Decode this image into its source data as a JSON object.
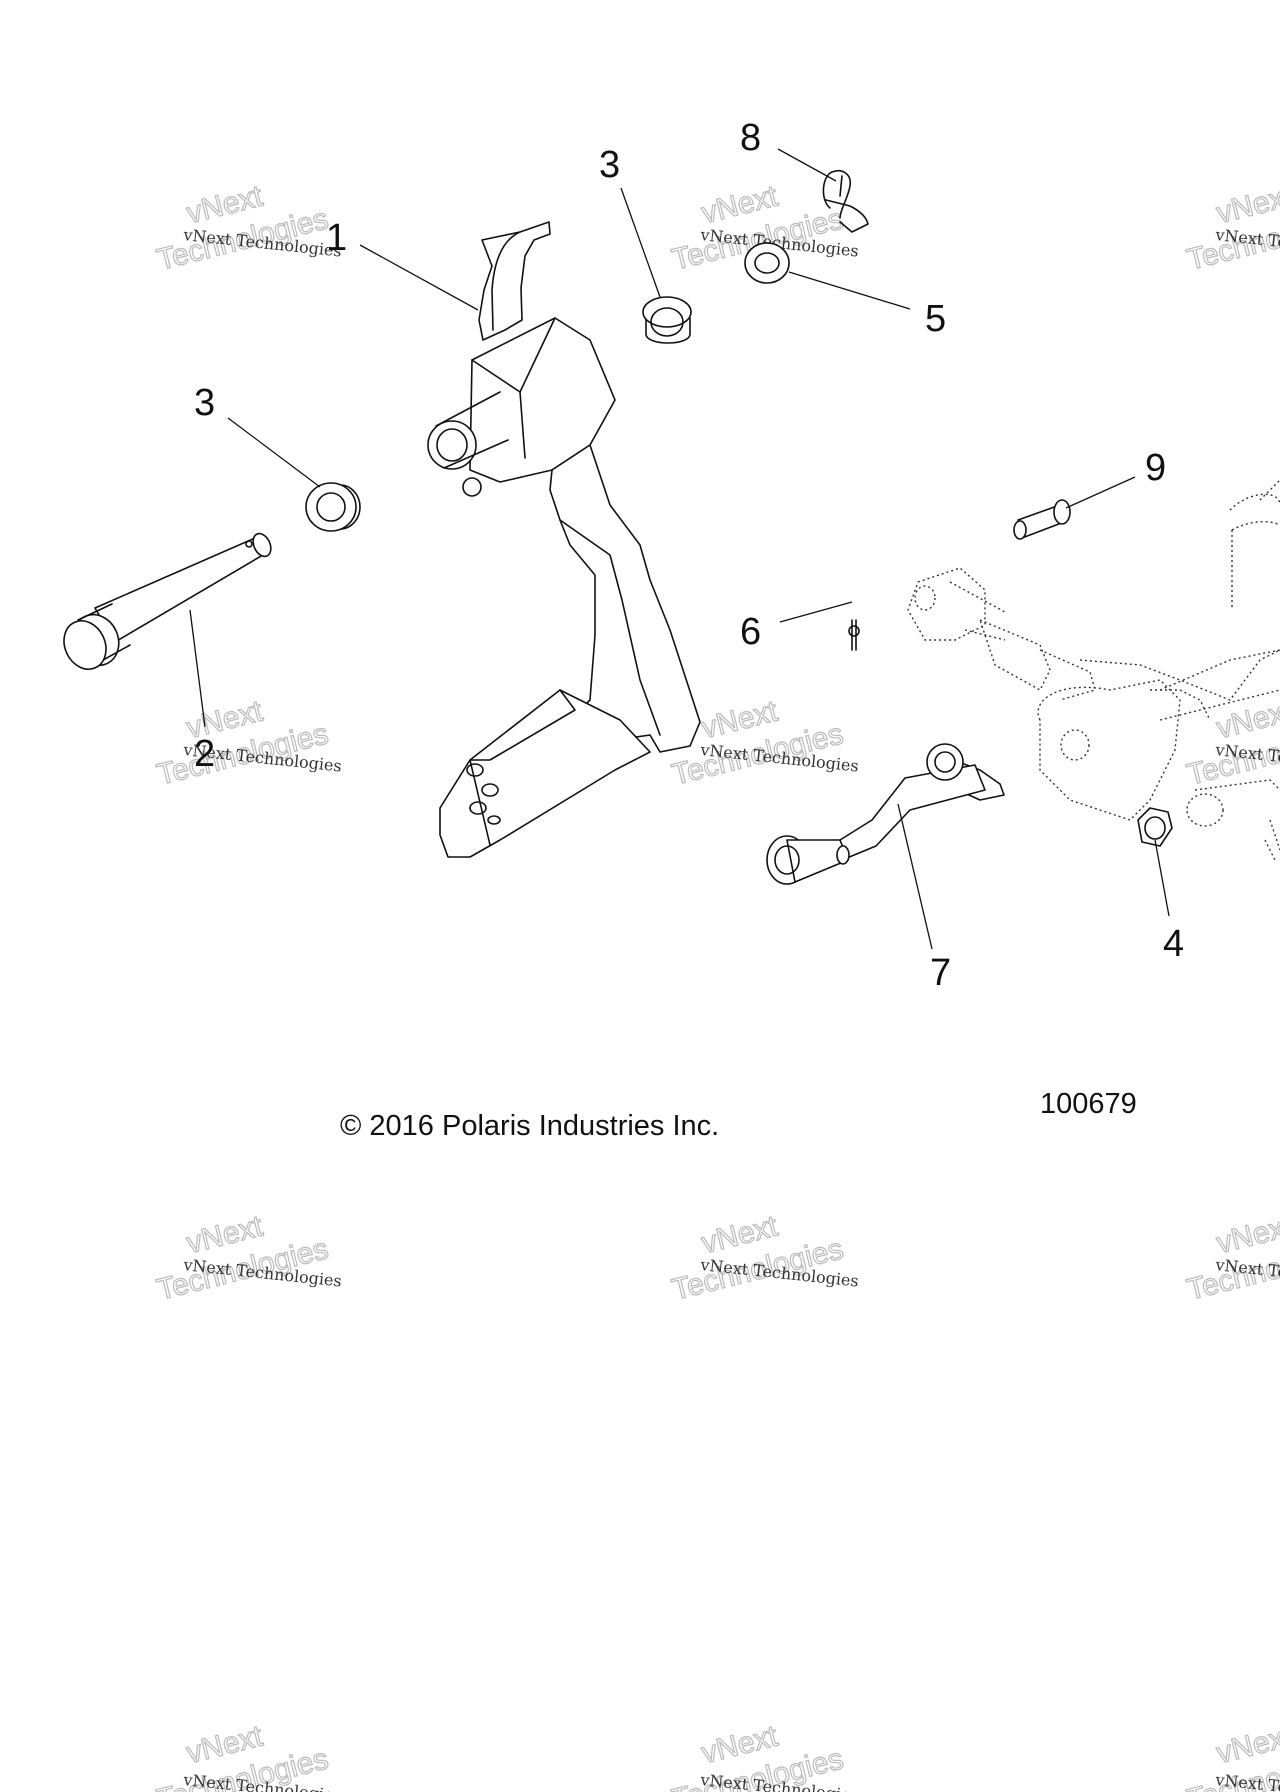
{
  "callouts": {
    "c1": "1",
    "c2": "2",
    "c3a": "3",
    "c3b": "3",
    "c4": "4",
    "c5": "5",
    "c6": "6",
    "c7": "7",
    "c8": "8",
    "c9": "9"
  },
  "copyright": "© 2016 Polaris Industries Inc.",
  "figure_number": "100679",
  "watermark": {
    "brand": "vNext",
    "company": "vNext Technologies",
    "outline": "Technologies"
  }
}
